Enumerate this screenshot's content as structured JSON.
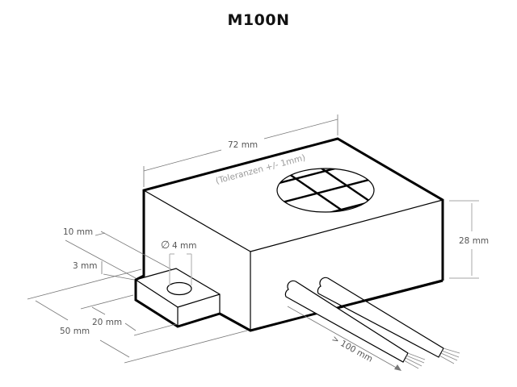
{
  "title": "M100N",
  "dimensions": {
    "length": "72 mm",
    "tolerance": "(Toleranzen +/- 1mm)",
    "height": "28 mm",
    "tab_width": "10 mm",
    "tab_height": "3 mm",
    "hole_diameter": "4 mm",
    "tab_length": "20 mm",
    "depth": "50 mm",
    "cable_length": "> 100 mm"
  },
  "symbols": {
    "diameter": "∅"
  },
  "colors": {
    "outline": "#000000",
    "dimension_line": "#777777",
    "dimension_text": "#555555",
    "tolerance_text": "#9a9a9a"
  }
}
